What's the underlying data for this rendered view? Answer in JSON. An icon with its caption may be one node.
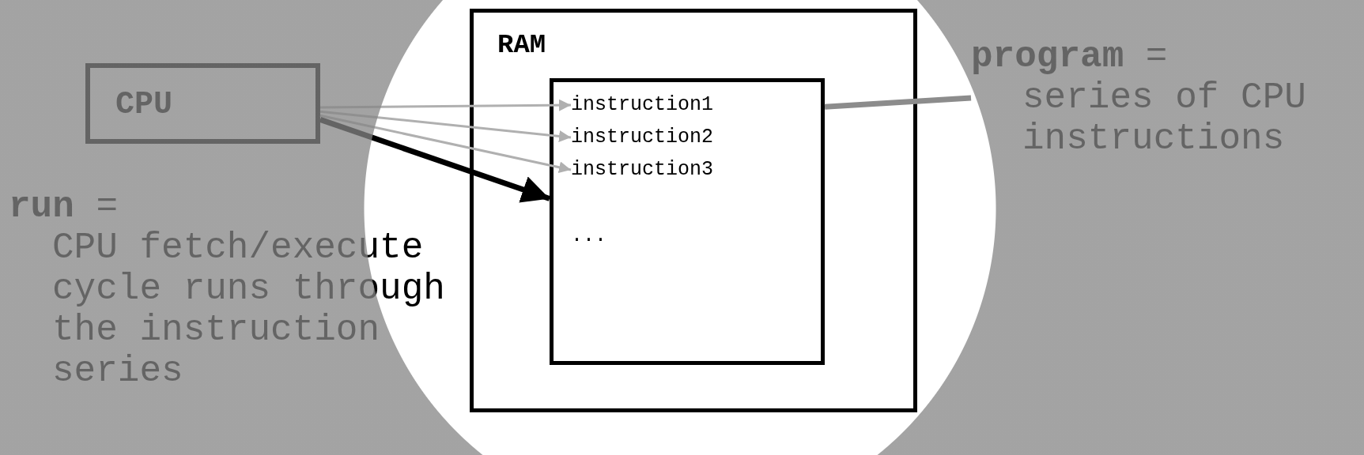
{
  "diagram": {
    "nodes": [
      {
        "text": [
          "CPU"
        ]
      },
      {
        "text": [
          "RAM"
        ]
      },
      {
        "text": [],
        "shape": "box",
        "in": 1
      },
      {
        "text": [
          "instruction1"
        ],
        "in": 2
      },
      {
        "text": [
          "instruction2"
        ],
        "in": 2
      },
      {
        "text": [
          "instruction3"
        ],
        "in": 2
      },
      {
        "text": [
          "**program** =",
          "series of CPU instructions"
        ]
      }
    ],
    "edges": [
      {
        "from": 0,
        "to": 3,
        "arrow": "to"
      },
      {
        "from": 0,
        "to": 4,
        "arrow": "to"
      },
      {
        "from": 0,
        "to": 5,
        "arrow": "to"
      },
      {
        "from": 0,
        "to": 2,
        "arrow": "to",
        "style": "thick",
        "color": "#000000"
      },
      {
        "from": 6,
        "to": 2,
        "arrow": "none",
        "style": "thick",
        "color": "#8c8c8c"
      }
    ],
    "labels": [
      "...",
      "**run** =",
      "CPU fetch/execute cycle runs through the instruction series"
    ]
  }
}
